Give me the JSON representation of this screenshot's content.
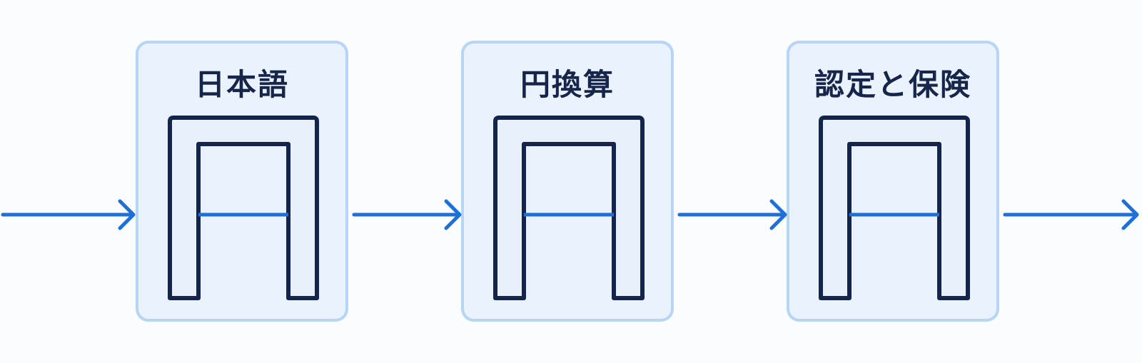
{
  "boxes": [
    {
      "label": "日本語"
    },
    {
      "label": "円換算"
    },
    {
      "label": "認定と保険"
    }
  ],
  "colors": {
    "flow_line": "#1f6fd8",
    "box_fill": "#e9f2fd",
    "box_border": "#b7d5f4",
    "gate_stroke": "#14244d",
    "gate_fill": "#e7f0fb",
    "text": "#17254a"
  },
  "icons": [
    "arrow-right-icon",
    "gate-icon"
  ]
}
